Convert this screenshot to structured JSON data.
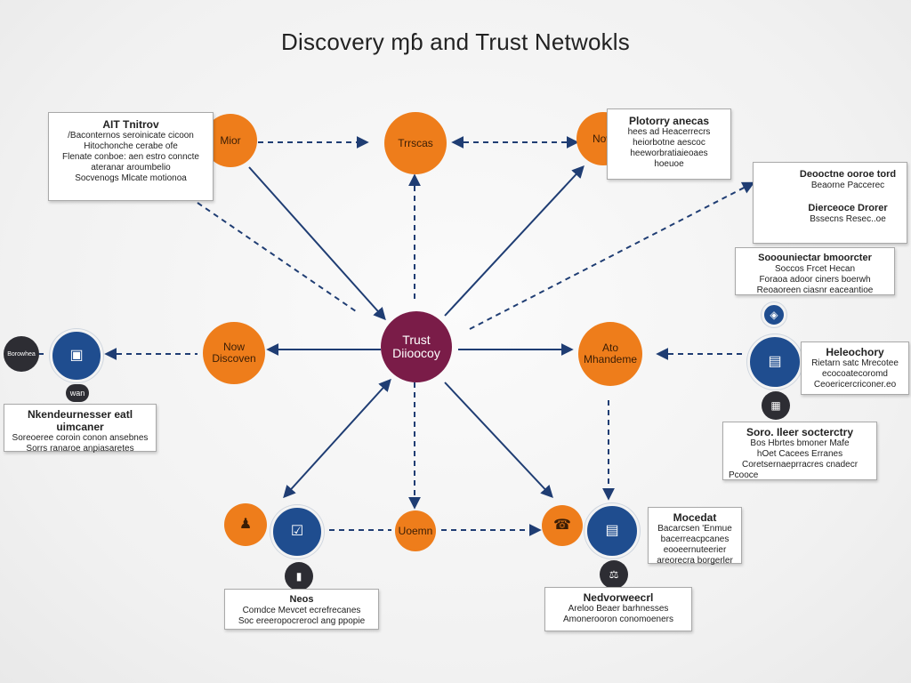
{
  "title": "Discovery ɱɓ  and Trust Netwokls",
  "center_node": {
    "label_1": "Trust",
    "label_2": "Diioocoy"
  },
  "nodes": {
    "top_left": "Mior",
    "top_center": "Trrscas",
    "top_right": "Now",
    "mid_left": [
      "Now",
      "Discoven"
    ],
    "mid_right": [
      "Ato",
      "Mhandeme"
    ],
    "bottom_center": "Uoemn",
    "left_dark": "wan",
    "left_badge": "Borowhea"
  },
  "boxes": {
    "top_left": {
      "title": "AIT  Tnitrov",
      "lines": [
        "/Baconternos seroinicate cicoon",
        "Hitochonche cerabe ofe",
        "Flenate conboe: aen estro conncte",
        "ateranar aroumbelio",
        "Socvenogs Mlcate  motionoa"
      ]
    },
    "top_right": {
      "title": "Plotorry anecas",
      "lines": [
        "hees ad  Heacerrecrs",
        "heiorbotne aescoc",
        "heeworbratiaieoaes",
        "hoeuoe"
      ]
    },
    "right_1": {
      "title": "Deooctne ooroe tord",
      "lines": [
        "Beaorne Paccerec"
      ]
    },
    "right_2": {
      "title": "Dierceoce Drorer",
      "lines": [
        "Bssecns Resec..oe"
      ]
    },
    "right_3": {
      "title": "Sooouniectar bmoorcter",
      "lines": [
        "Soccos  Frcet Hecan",
        "Foraoa adoor ciners  boerwh",
        "Reoaoreen ciasnr eaceantioe"
      ]
    },
    "right_4": {
      "title": "Heleochory",
      "lines": [
        "Rietarn satc Mrecotee",
        "ecocoatecoromd",
        "Ceoericercriconer.eo"
      ]
    },
    "right_5": {
      "title": "Soro. Ileer socterctry",
      "lines": [
        "Bos  Hbrtes  bmoner Mafe",
        "hOet Cacees  Erranes",
        "Coretsernaeprracres cnadecr",
        "Pcooce"
      ]
    },
    "left_mid": {
      "title": "Nkendeurnesser eatl uimcaner",
      "lines": [
        "Soreoeree coroin conon ansebnes",
        "Sorrs ranaroe anpiasaretes"
      ]
    },
    "bottom_left": {
      "title": "Neos",
      "lines": [
        "Comdce Mevcet ecrefrecanes",
        "Soc ereeropocrerocl ang ppopie"
      ]
    },
    "bottom_right_1": {
      "title": "Mocedat",
      "lines": [
        "Bacarcsen 'Enmue",
        "bacerreacpcanes",
        "eooeernuteerier",
        "areorecra borgerler"
      ]
    },
    "bottom_right_2": {
      "title": "Nedvorweecrl",
      "lines": [
        "Areloo  Beaer barhnesses",
        "Amonerooron conomoeners"
      ]
    }
  }
}
